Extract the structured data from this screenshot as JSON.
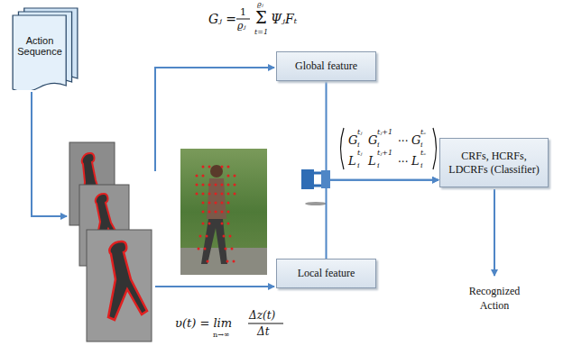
{
  "diagram": {
    "nodes": [
      {
        "text": [
          "Action Sequence"
        ]
      },
      {
        "text": [
          "Global feature"
        ]
      },
      {
        "text": [
          "Local feature"
        ]
      },
      {
        "text": [
          "CRFs, HCRFs, LDCRFs (Classifier)"
        ]
      }
    ],
    "edges": [
      {
        "from": 1,
        "to": 3,
        "arrow": "to"
      },
      {
        "from": 2,
        "to": 3,
        "arrow": "to"
      }
    ],
    "labels": [
      "Gⱼ =",
      "1",
      "ϱⱼ",
      "ϱⱼ",
      "Σ",
      "t=1",
      "ΨⱼFₜ",
      "υ(t) = lim",
      "n→∞",
      "Δz(t)",
      "Δt",
      "G",
      "tⱼ",
      "i",
      "G",
      "tⱼ+1",
      "i",
      "···",
      "G",
      "tₑ",
      "i",
      "L",
      "tⱼ",
      "i",
      "L",
      "tⱼ+1",
      "i",
      "···",
      "L",
      "tₑ",
      "i",
      "Recognized Action"
    ]
  }
}
